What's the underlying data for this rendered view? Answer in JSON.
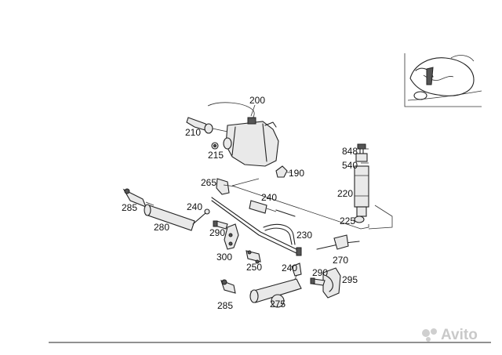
{
  "diagram": {
    "callouts": [
      {
        "id": "200",
        "text": "200"
      },
      {
        "id": "210",
        "text": "210"
      },
      {
        "id": "215",
        "text": "215"
      },
      {
        "id": "190",
        "text": "190"
      },
      {
        "id": "265",
        "text": "265"
      },
      {
        "id": "240a",
        "text": "240"
      },
      {
        "id": "240b",
        "text": "240"
      },
      {
        "id": "240c",
        "text": "240"
      },
      {
        "id": "285a",
        "text": "285"
      },
      {
        "id": "285b",
        "text": "285"
      },
      {
        "id": "280",
        "text": "280"
      },
      {
        "id": "290a",
        "text": "290"
      },
      {
        "id": "290b",
        "text": "290"
      },
      {
        "id": "300",
        "text": "300"
      },
      {
        "id": "250",
        "text": "250"
      },
      {
        "id": "230",
        "text": "230"
      },
      {
        "id": "275",
        "text": "275"
      },
      {
        "id": "295",
        "text": "295"
      },
      {
        "id": "270",
        "text": "270"
      },
      {
        "id": "848",
        "text": "848"
      },
      {
        "id": "540",
        "text": "540"
      },
      {
        "id": "220",
        "text": "220"
      },
      {
        "id": "225",
        "text": "225"
      }
    ]
  },
  "watermark": {
    "text": "Avito"
  }
}
